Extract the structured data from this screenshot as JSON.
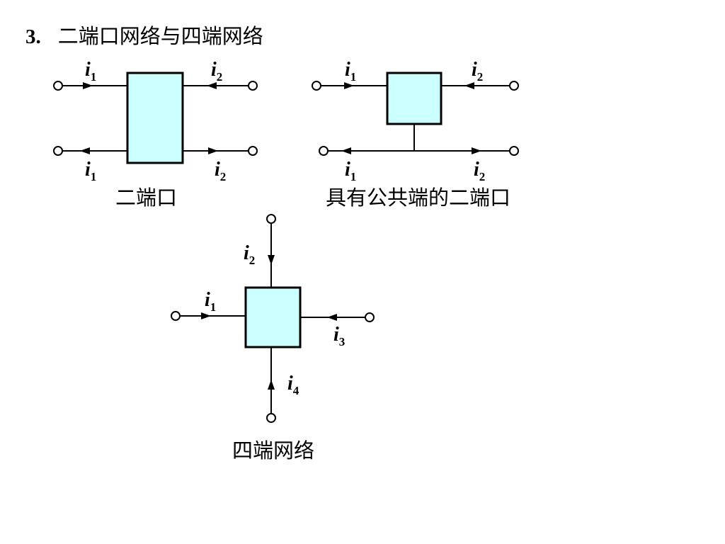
{
  "heading": {
    "number": "3.",
    "title": "二端口网络与四端网络"
  },
  "diagrams": {
    "two_port": {
      "caption": "二端口",
      "labels": {
        "top_left": {
          "base": "i",
          "sub": "1"
        },
        "top_right": {
          "base": "i",
          "sub": "2"
        },
        "bottom_left": {
          "base": "i",
          "sub": "1"
        },
        "bottom_right": {
          "base": "i",
          "sub": "2"
        }
      }
    },
    "common_terminal": {
      "caption": "具有公共端的二端口",
      "labels": {
        "top_left": {
          "base": "i",
          "sub": "1"
        },
        "top_right": {
          "base": "i",
          "sub": "2"
        },
        "bottom_left": {
          "base": "i",
          "sub": "1"
        },
        "bottom_right": {
          "base": "i",
          "sub": "2"
        }
      }
    },
    "four_terminal": {
      "caption": "四端网络",
      "labels": {
        "left": {
          "base": "i",
          "sub": "1"
        },
        "top": {
          "base": "i",
          "sub": "2"
        },
        "right": {
          "base": "i",
          "sub": "3"
        },
        "bottom": {
          "base": "i",
          "sub": "4"
        }
      }
    }
  },
  "colors": {
    "box_fill": "#ccffff",
    "line": "#000000"
  }
}
